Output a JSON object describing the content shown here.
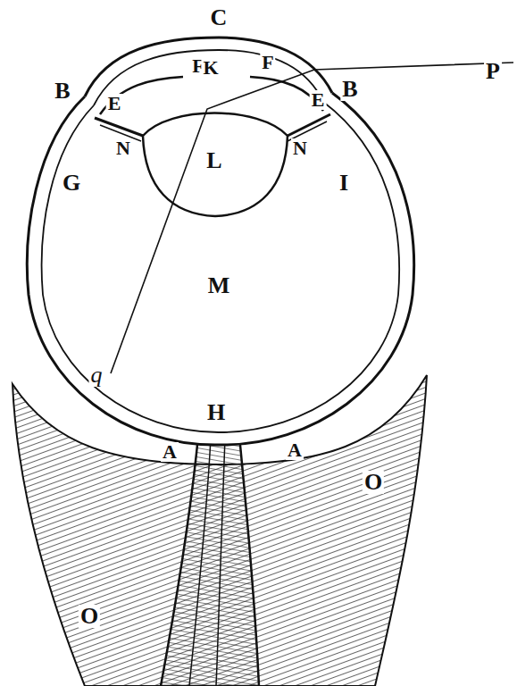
{
  "diagram": {
    "labels": [
      "C",
      "B",
      "F",
      "K",
      "F",
      "B",
      "P",
      "E",
      "E",
      "N",
      "L",
      "N",
      "G",
      "I",
      "M",
      "q",
      "H",
      "A",
      "A",
      "O",
      "O"
    ]
  }
}
